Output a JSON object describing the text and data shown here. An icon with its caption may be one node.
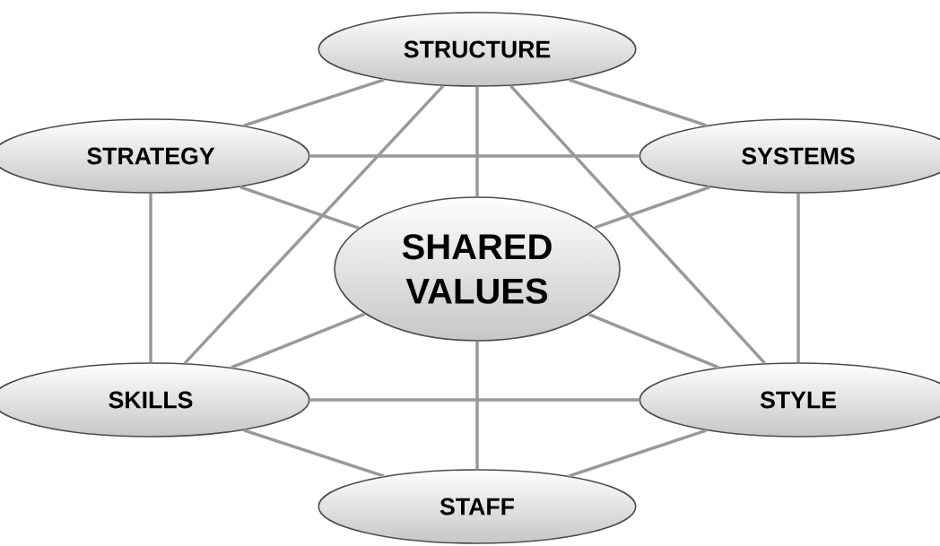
{
  "diagram": {
    "nodes": [
      {
        "text": [
          "STRUCTURE"
        ]
      },
      {
        "text": [
          "STRATEGY"
        ]
      },
      {
        "text": [
          "SYSTEMS"
        ]
      },
      {
        "text": [
          "SHARED VALUES"
        ]
      },
      {
        "text": [
          "SKILLS"
        ]
      },
      {
        "text": [
          "STYLE"
        ]
      },
      {
        "text": [
          "STAFF"
        ]
      }
    ],
    "edges": [
      {
        "from": 0,
        "to": 1,
        "arrow": "none"
      },
      {
        "from": 0,
        "to": 2,
        "arrow": "none"
      },
      {
        "from": 0,
        "to": 3,
        "arrow": "none"
      },
      {
        "from": 0,
        "to": 4,
        "arrow": "none"
      },
      {
        "from": 0,
        "to": 5,
        "arrow": "none"
      },
      {
        "from": 1,
        "to": 2,
        "arrow": "none"
      },
      {
        "from": 1,
        "to": 3,
        "arrow": "none"
      },
      {
        "from": 1,
        "to": 4,
        "arrow": "none"
      },
      {
        "from": 2,
        "to": 3,
        "arrow": "none"
      },
      {
        "from": 2,
        "to": 5,
        "arrow": "none"
      },
      {
        "from": 4,
        "to": 5,
        "arrow": "none"
      },
      {
        "from": 4,
        "to": 3,
        "arrow": "none"
      },
      {
        "from": 5,
        "to": 3,
        "arrow": "none"
      },
      {
        "from": 4,
        "to": 6,
        "arrow": "none"
      },
      {
        "from": 5,
        "to": 6,
        "arrow": "none"
      },
      {
        "from": 3,
        "to": 6,
        "arrow": "none"
      }
    ]
  }
}
